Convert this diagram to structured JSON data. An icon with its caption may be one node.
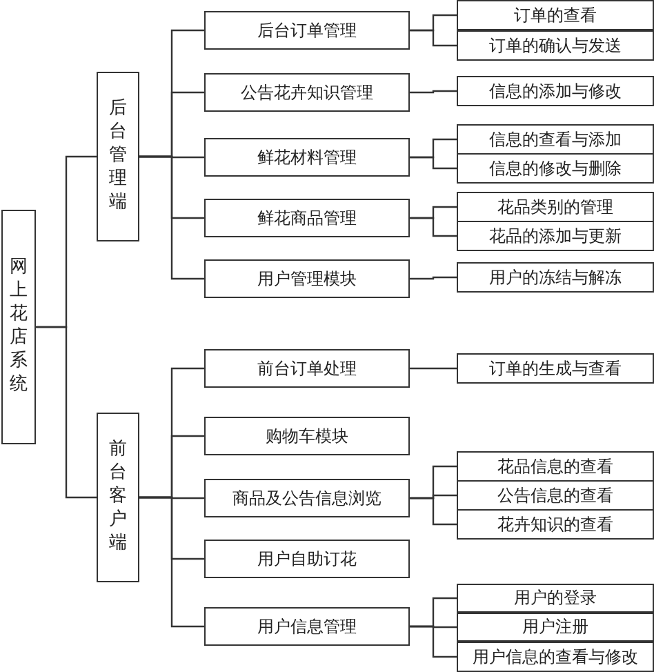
{
  "diagram": {
    "nodes": [
      {
        "text": [
          "网上花店系统"
        ]
      },
      {
        "text": [
          "后台管理端"
        ]
      },
      {
        "text": [
          "后台订单管理"
        ]
      },
      {
        "text": [
          "订单的查看"
        ]
      },
      {
        "text": [
          "订单的确认与发送"
        ]
      },
      {
        "text": [
          "公告花卉知识管理"
        ]
      },
      {
        "text": [
          "信息的添加与修改"
        ]
      },
      {
        "text": [
          "鲜花材料管理"
        ]
      },
      {
        "text": [
          "信息的查看与添加"
        ]
      },
      {
        "text": [
          "信息的修改与删除"
        ]
      },
      {
        "text": [
          "鲜花商品管理"
        ]
      },
      {
        "text": [
          "花品类别的管理"
        ]
      },
      {
        "text": [
          "花品的添加与更新"
        ]
      },
      {
        "text": [
          "用户管理模块"
        ]
      },
      {
        "text": [
          "用户的冻结与解冻"
        ]
      },
      {
        "text": [
          "前台客户端"
        ]
      },
      {
        "text": [
          "前台订单处理"
        ]
      },
      {
        "text": [
          "订单的生成与查看"
        ]
      },
      {
        "text": [
          "购物车模块"
        ]
      },
      {
        "text": [
          "商品及公告信息浏览"
        ]
      },
      {
        "text": [
          "花品信息的查看"
        ]
      },
      {
        "text": [
          "公告信息的查看"
        ]
      },
      {
        "text": [
          "花卉知识的查看"
        ]
      },
      {
        "text": [
          "用户自助订花"
        ]
      },
      {
        "text": [
          "用户信息管理"
        ]
      },
      {
        "text": [
          "用户的登录"
        ]
      },
      {
        "text": [
          "用户注册"
        ]
      },
      {
        "text": [
          "用户信息的查看与修改"
        ]
      }
    ],
    "edges": [
      {
        "from": 0,
        "to": 1,
        "arrow": "none"
      },
      {
        "from": 0,
        "to": 15,
        "arrow": "none"
      },
      {
        "from": 1,
        "to": 2,
        "arrow": "none"
      },
      {
        "from": 1,
        "to": 5,
        "arrow": "none"
      },
      {
        "from": 1,
        "to": 7,
        "arrow": "none"
      },
      {
        "from": 1,
        "to": 10,
        "arrow": "none"
      },
      {
        "from": 1,
        "to": 13,
        "arrow": "none"
      },
      {
        "from": 2,
        "to": 3,
        "arrow": "none"
      },
      {
        "from": 2,
        "to": 4,
        "arrow": "none"
      },
      {
        "from": 5,
        "to": 6,
        "arrow": "none"
      },
      {
        "from": 7,
        "to": 8,
        "arrow": "none"
      },
      {
        "from": 7,
        "to": 9,
        "arrow": "none"
      },
      {
        "from": 10,
        "to": 11,
        "arrow": "none"
      },
      {
        "from": 10,
        "to": 12,
        "arrow": "none"
      },
      {
        "from": 13,
        "to": 14,
        "arrow": "none"
      },
      {
        "from": 15,
        "to": 16,
        "arrow": "none"
      },
      {
        "from": 15,
        "to": 18,
        "arrow": "none"
      },
      {
        "from": 15,
        "to": 19,
        "arrow": "none"
      },
      {
        "from": 15,
        "to": 23,
        "arrow": "none"
      },
      {
        "from": 15,
        "to": 24,
        "arrow": "none"
      },
      {
        "from": 16,
        "to": 17,
        "arrow": "none"
      },
      {
        "from": 19,
        "to": 20,
        "arrow": "none"
      },
      {
        "from": 19,
        "to": 21,
        "arrow": "none"
      },
      {
        "from": 19,
        "to": 22,
        "arrow": "none"
      },
      {
        "from": 24,
        "to": 25,
        "arrow": "none"
      },
      {
        "from": 24,
        "to": 26,
        "arrow": "none"
      },
      {
        "from": 24,
        "to": 27,
        "arrow": "none"
      }
    ]
  }
}
